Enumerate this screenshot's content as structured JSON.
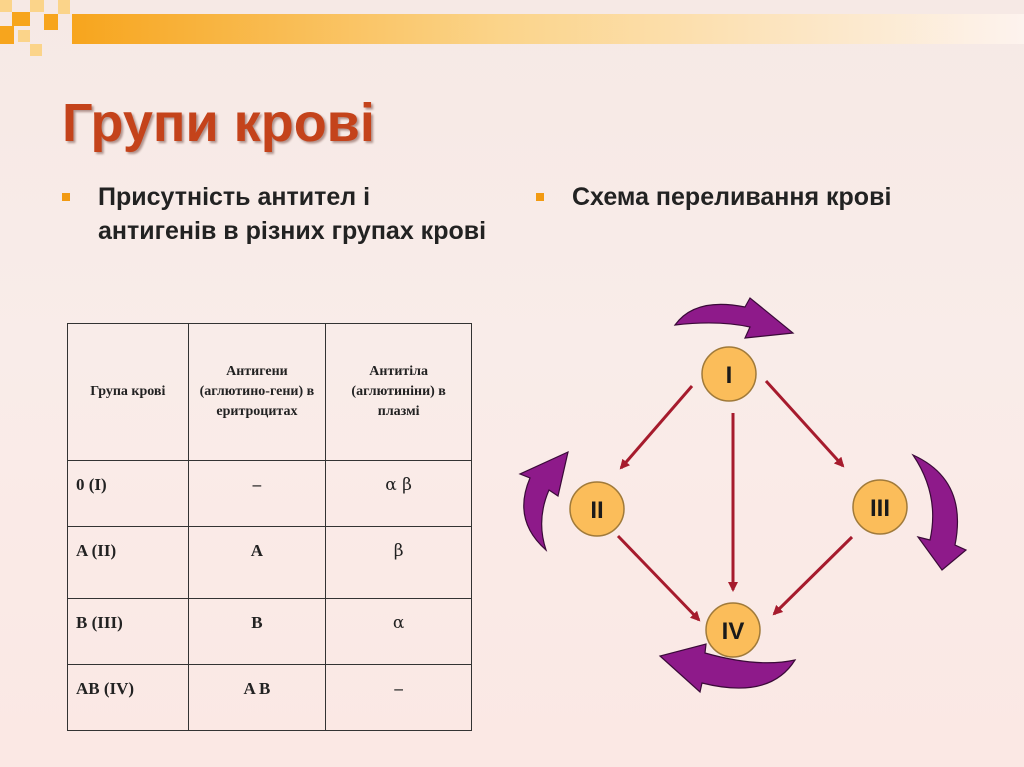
{
  "title": "Групи крові",
  "bullets": [
    "Присутність антител і антигенів в різних групах крові",
    "Схема переливання крові"
  ],
  "table": {
    "headers": [
      "Група крові",
      "Антигени (аглютино-гени) в еритроцитах",
      "Антитіла (аглютиніни) в плазмі"
    ],
    "rows": [
      [
        "0 (I)",
        "–",
        "α β"
      ],
      [
        "A (II)",
        "A",
        "β"
      ],
      [
        "B (III)",
        "B",
        "α"
      ],
      [
        "AB (IV)",
        "A B",
        "–"
      ]
    ]
  },
  "diagram": {
    "nodes": [
      "I",
      "II",
      "III",
      "IV"
    ],
    "transfusions": [
      [
        "I",
        "II"
      ],
      [
        "I",
        "III"
      ],
      [
        "I",
        "IV"
      ],
      [
        "II",
        "IV"
      ],
      [
        "III",
        "IV"
      ]
    ],
    "colors": {
      "node_fill": "#fbbd5a",
      "arrow": "#a61b2d",
      "loop": "#8e1a8a"
    }
  },
  "colors": {
    "title": "#c4431b",
    "bullet": "#f29a12"
  }
}
